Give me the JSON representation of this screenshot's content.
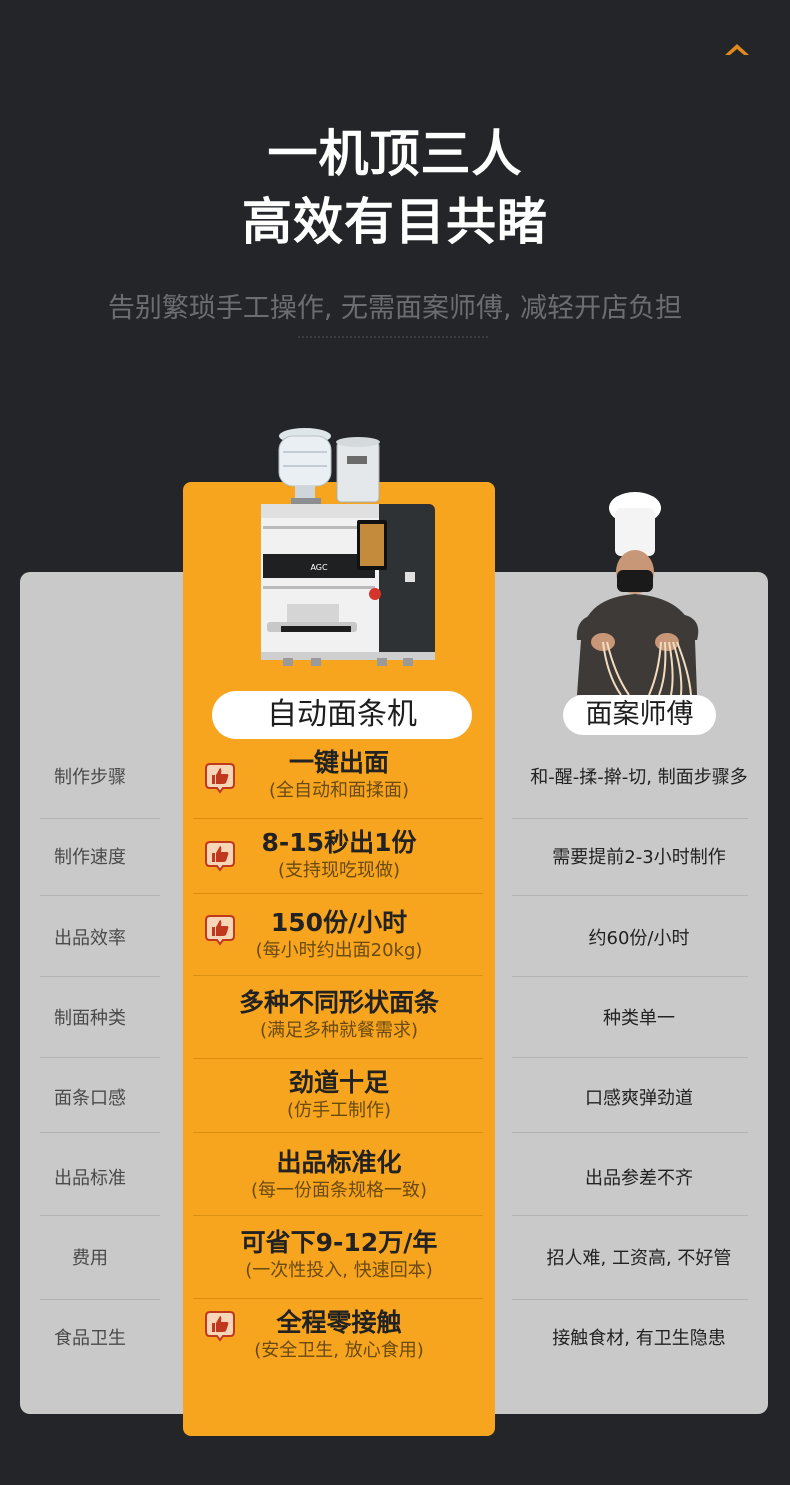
{
  "header": {
    "title_line1": "一机顶三人",
    "title_line2": "高效有目共睹",
    "subtitle": "告别繁琐手工操作, 无需面案师傅, 减轻开店负担"
  },
  "columns": {
    "machine_label": "自动面条机",
    "chef_label": "面案师傅"
  },
  "machine_brand": "AGC",
  "rows": [
    {
      "label": "制作步骤",
      "machine_main": "一键出面",
      "machine_sub": "(全自动和面揉面)",
      "chef": "和-醒-揉-擀-切, 制面步骤多",
      "badge": true
    },
    {
      "label": "制作速度",
      "machine_main": "8-15秒出1份",
      "machine_sub": "(支持现吃现做)",
      "chef": "需要提前2-3小时制作",
      "badge": true
    },
    {
      "label": "出品效率",
      "machine_main": "150份/小时",
      "machine_sub": "(每小时约出面20kg)",
      "chef": "约60份/小时",
      "badge": true
    },
    {
      "label": "制面种类",
      "machine_main": "多种不同形状面条",
      "machine_sub": "(满足多种就餐需求)",
      "chef": "种类单一",
      "badge": false
    },
    {
      "label": "面条口感",
      "machine_main": "劲道十足",
      "machine_sub": "(仿手工制作)",
      "chef": "口感爽弹劲道",
      "badge": false
    },
    {
      "label": "出品标准",
      "machine_main": "出品标准化",
      "machine_sub": "(每一份面条规格一致)",
      "chef": "出品参差不齐",
      "badge": false
    },
    {
      "label": "费用",
      "machine_main": "可省下9-12万/年",
      "machine_sub": "(一次性投入, 快速回本)",
      "chef": "招人难, 工资高, 不好管",
      "badge": false
    },
    {
      "label": "食品卫生",
      "machine_main": "全程零接触",
      "machine_sub": "(安全卫生, 放心食用)",
      "chef": "接触食材, 有卫生隐患",
      "badge": true
    }
  ],
  "icons": {
    "top": "chevron-up-icon",
    "badge": "thumbs-up-icon"
  },
  "colors": {
    "background": "#232528",
    "accent": "#f7a41e",
    "panel": "#c9c9c9"
  }
}
